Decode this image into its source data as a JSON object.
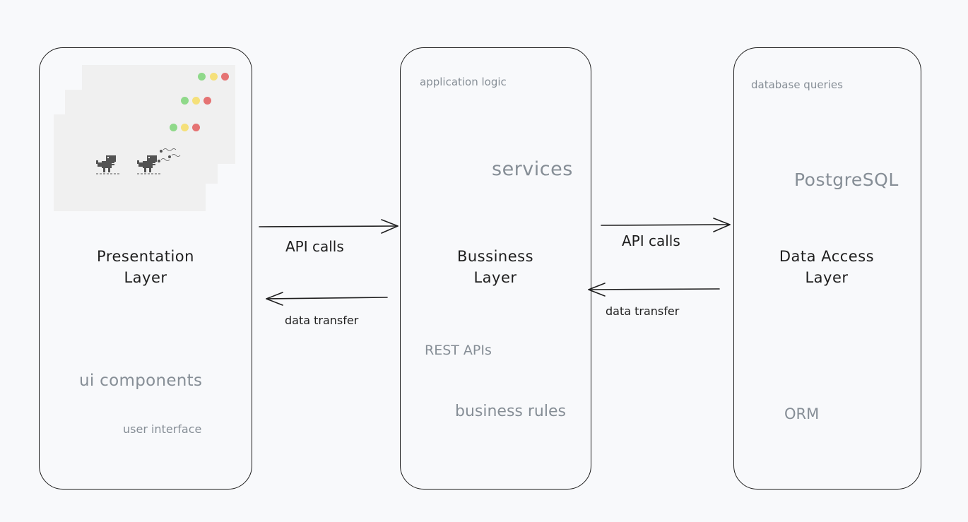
{
  "layers": [
    {
      "id": "presentation",
      "title_line1": "Presentation",
      "title_line2": "Layer",
      "notes": [
        "ui components",
        "user interface"
      ]
    },
    {
      "id": "business",
      "title_line1": "Bussiness",
      "title_line2": "Layer",
      "notes": [
        "application logic",
        "services",
        "REST APIs",
        "business rules"
      ]
    },
    {
      "id": "data-access",
      "title_line1": "Data Access",
      "title_line2": "Layer",
      "notes": [
        "database queries",
        "PostgreSQL",
        "ORM"
      ]
    }
  ],
  "connections": [
    {
      "from": "presentation",
      "to": "business",
      "label": "API calls"
    },
    {
      "from": "business",
      "to": "presentation",
      "label": "data transfer"
    },
    {
      "from": "business",
      "to": "data-access",
      "label": "API calls"
    },
    {
      "from": "data-access",
      "to": "business",
      "label": "data transfer"
    }
  ],
  "mockup": {
    "dot_colors": {
      "green": "#8fd98a",
      "yellow": "#f5e07a",
      "red": "#e57373"
    },
    "icon": "dinosaur-icon"
  },
  "colors": {
    "stroke": "#1e1e1e",
    "muted_text": "#868e96",
    "background": "#f8f9fb"
  }
}
